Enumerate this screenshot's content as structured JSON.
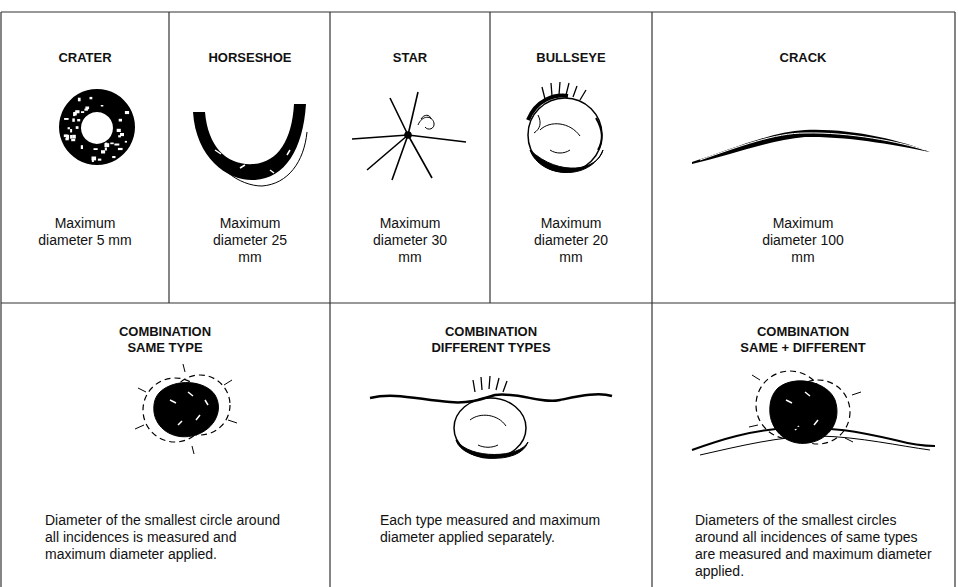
{
  "diagram": {
    "labels": [
      "CRATER",
      "Maximum diameter 5 mm",
      "HORSESHOE",
      "Maximum diameter 25 mm",
      "STAR",
      "Maximum diameter 30 mm",
      "BULLSEYE",
      "Maximum diameter 20 mm",
      "CRACK",
      "Maximum diameter 100 mm",
      "COMBINATION SAME TYPE",
      "Diameter of the smallest circle around all incidences is measured and maximum diameter applied.",
      "COMBINATION DIFFERENT TYPES",
      "Each type measured and maximum diameter applied separately.",
      "COMBINATION SAME + DIFFERENT",
      "Diameters of the smallest circles around all incidences of same types are measured and maximum diameter applied."
    ]
  }
}
